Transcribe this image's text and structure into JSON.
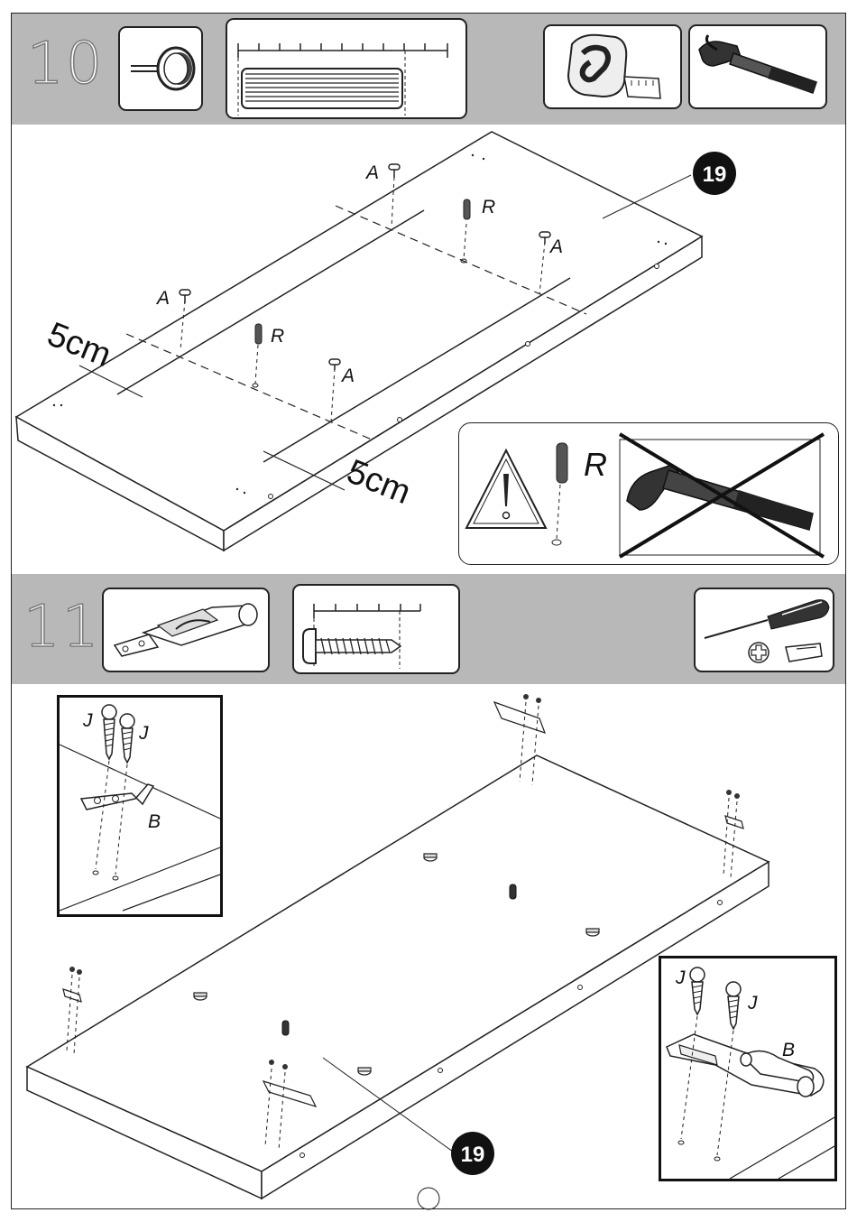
{
  "steps": [
    {
      "number": "10"
    },
    {
      "number": "11"
    }
  ],
  "labels": {
    "A": "A",
    "R": "R",
    "J": "J",
    "B": "B",
    "dim_left": "5cm",
    "dim_right": "5cm",
    "part_number": "19",
    "warning_part": "R"
  },
  "icons": [
    "shelf-pin-icon",
    "dowel-ruler-icon",
    "tape-measure-icon",
    "hammer-icon",
    "warning-icon",
    "no-hammer-icon",
    "latch-hinge-icon",
    "screw-ruler-icon",
    "screwdriver-icon",
    "phillips-head-icon",
    "flat-head-icon"
  ],
  "colors": {
    "band": "#b8b8b8",
    "line": "#222222",
    "badge": "#111111"
  }
}
